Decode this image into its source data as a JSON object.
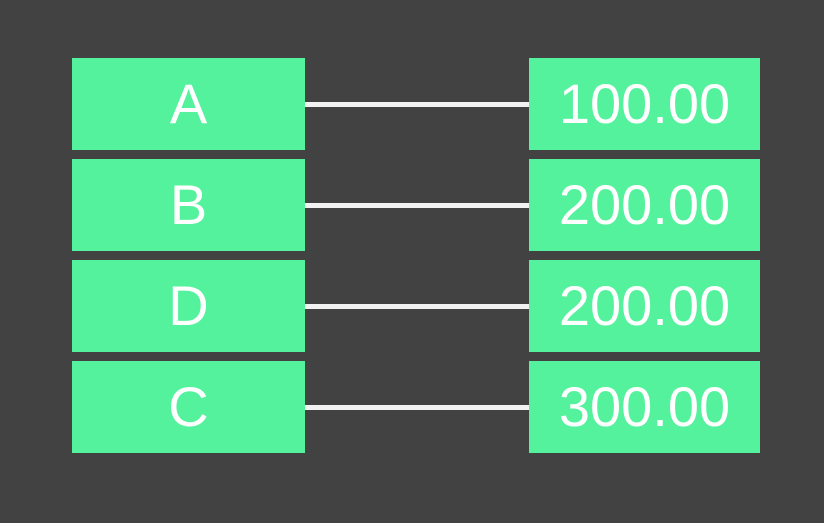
{
  "diagram": {
    "type": "key-value-mapping",
    "rows": [
      {
        "key": "A",
        "value": "100.00"
      },
      {
        "key": "B",
        "value": "200.00"
      },
      {
        "key": "D",
        "value": "200.00"
      },
      {
        "key": "C",
        "value": "300.00"
      }
    ]
  },
  "colors": {
    "background": "#424242",
    "node_fill": "#55f29d",
    "connector": "#f2f2f2",
    "text": "#ffffff"
  }
}
